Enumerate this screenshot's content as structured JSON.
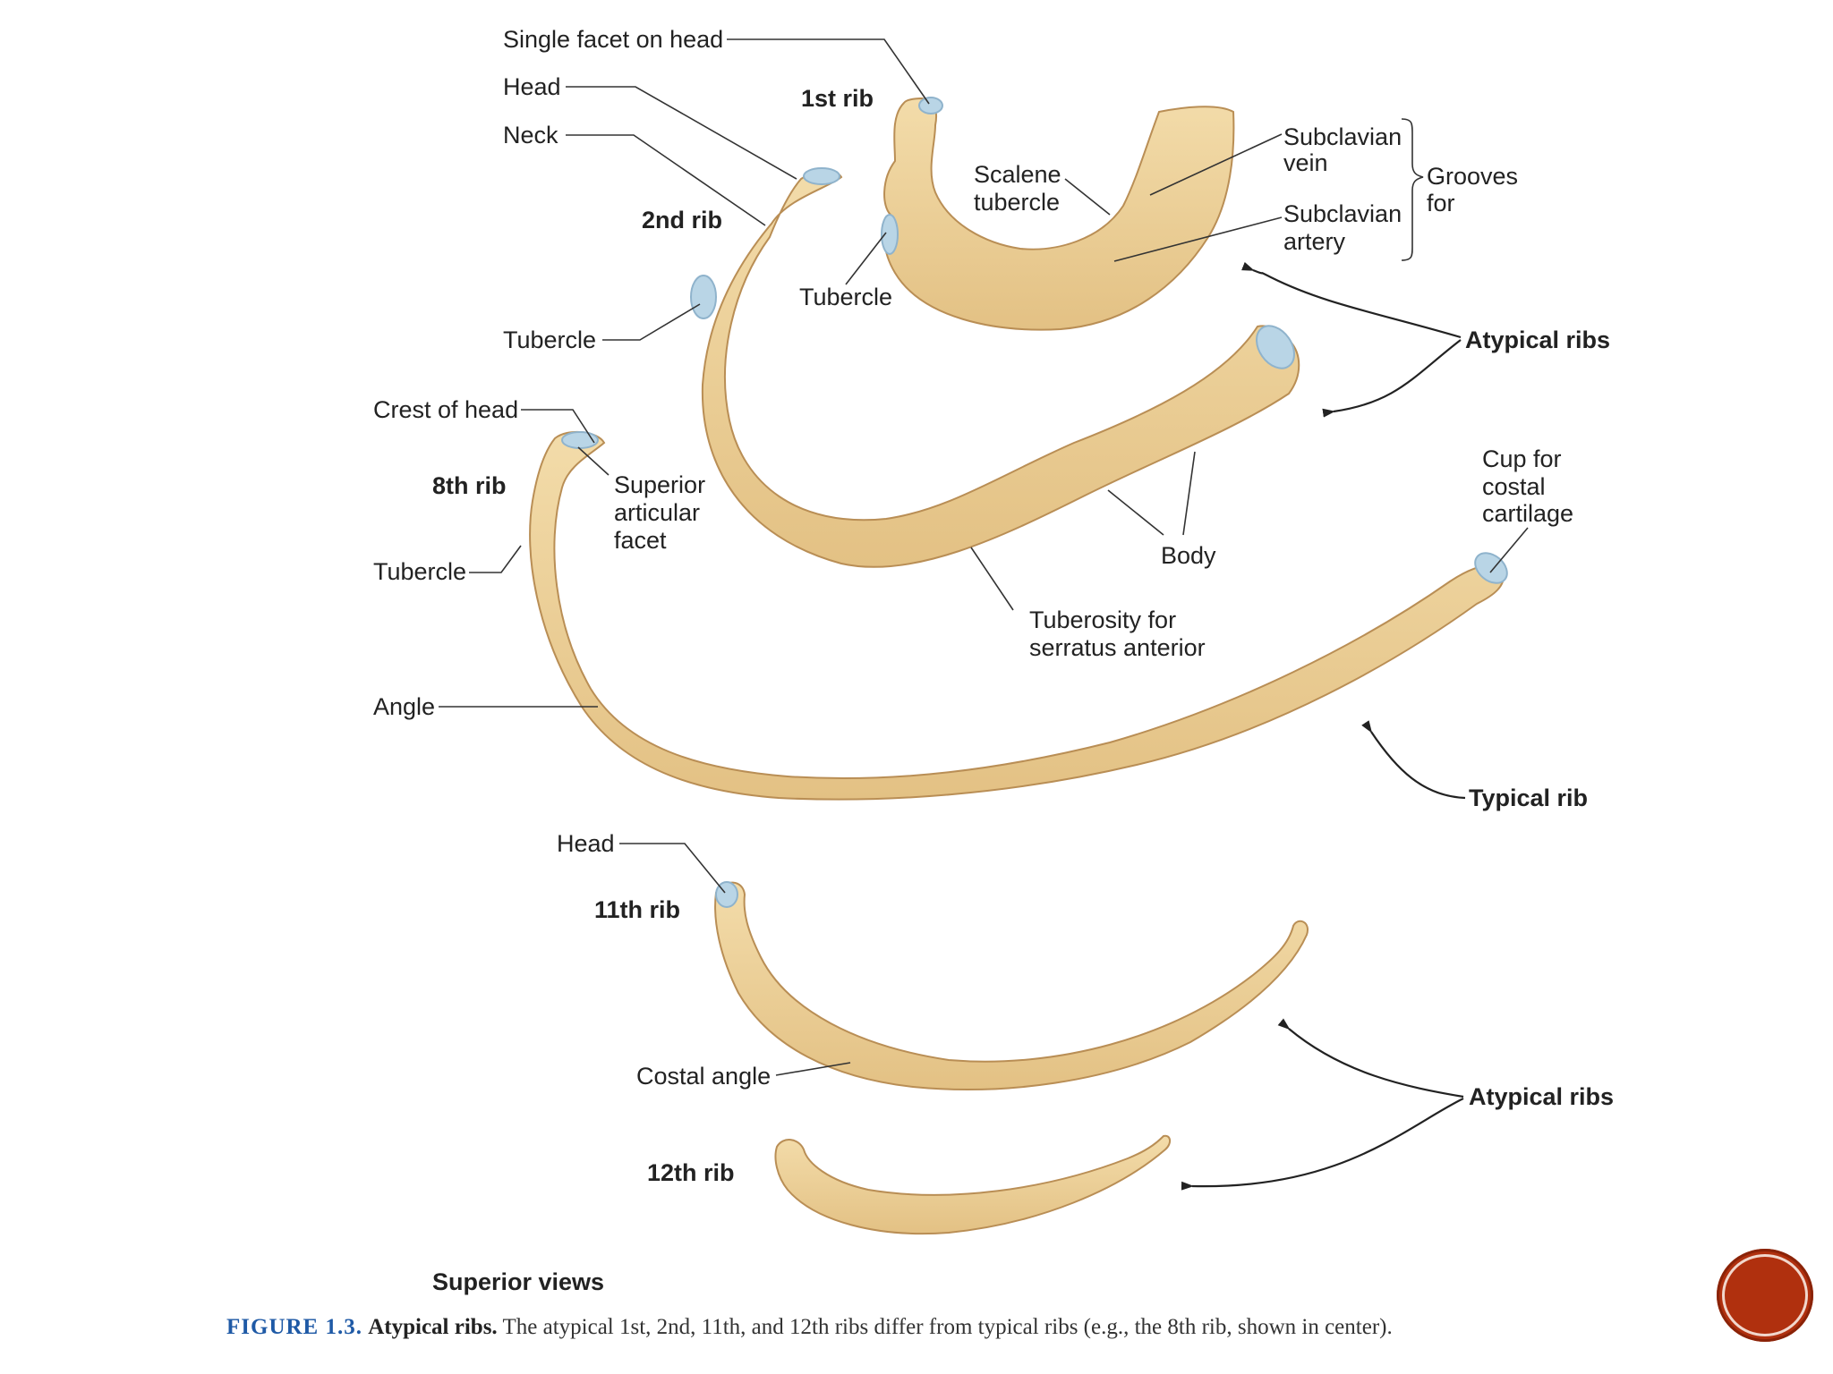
{
  "labels": {
    "single_facet_on_head": "Single facet on head",
    "head_top": "Head",
    "neck": "Neck",
    "rib_1st": "1st rib",
    "rib_2nd": "2nd rib",
    "scalene_tubercle_1": "Scalene",
    "scalene_tubercle_2": "tubercle",
    "tubercle_1st": "Tubercle",
    "tubercle_2nd": "Tubercle",
    "subclavian_vein_1": "Subclavian",
    "subclavian_vein_2": "vein",
    "subclavian_artery_1": "Subclavian",
    "subclavian_artery_2": "artery",
    "grooves_for_1": "Grooves",
    "grooves_for_2": "for",
    "atypical_ribs_upper": "Atypical ribs",
    "crest_of_head": "Crest of head",
    "rib_8th": "8th rib",
    "superior_articular_facet_1": "Superior",
    "superior_articular_facet_2": "articular",
    "superior_articular_facet_3": "facet",
    "tubercle_8th": "Tubercle",
    "body": "Body",
    "cup_for_costal_cartilage_1": "Cup for",
    "cup_for_costal_cartilage_2": "costal",
    "cup_for_costal_cartilage_3": "cartilage",
    "tuberosity_serratus_1": "Tuberosity for",
    "tuberosity_serratus_2": "serratus anterior",
    "angle": "Angle",
    "typical_rib": "Typical rib",
    "head_11th": "Head",
    "rib_11th": "11th rib",
    "costal_angle": "Costal angle",
    "atypical_ribs_lower": "Atypical ribs",
    "rib_12th": "12th rib",
    "superior_views": "Superior views"
  },
  "caption": {
    "number": "FIGURE 1.3.",
    "title": "Atypical ribs.",
    "text": "The atypical 1st, 2nd, 11th, and 12th ribs differ from typical ribs (e.g., the 8th rib, shown in center)."
  },
  "colors": {
    "bone": "#eed3a0",
    "cartilage": "#b9d5e6",
    "caption_number": "#1f5aa6",
    "slide_button": "#b0300e"
  },
  "icons": {
    "slide_button": "red-circle-button"
  }
}
